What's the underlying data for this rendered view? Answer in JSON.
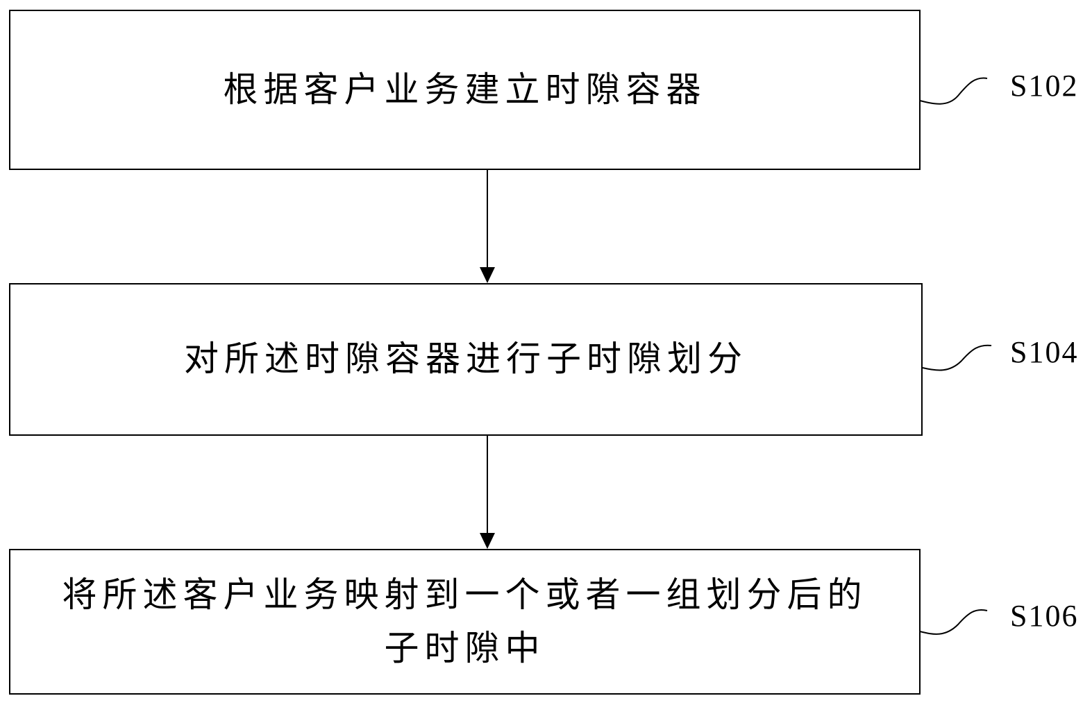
{
  "steps": [
    {
      "id": "S102",
      "label": "S102",
      "text": "根据客户业务建立时隙容器"
    },
    {
      "id": "S104",
      "label": "S104",
      "text": "对所述时隙容器进行子时隙划分"
    },
    {
      "id": "S106",
      "label": "S106",
      "text": "将所述客户业务映射到一个或者一组划分后的\n子时隙中"
    }
  ]
}
